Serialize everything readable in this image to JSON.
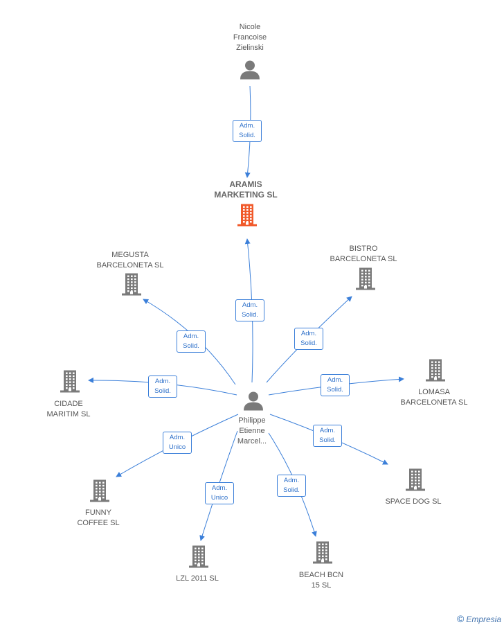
{
  "colors": {
    "edge": "#3b7fd9",
    "person": "#7a7a7a",
    "company": "#7a7a7a",
    "primary_company": "#f15a2b"
  },
  "nodes": [
    {
      "id": "nicole",
      "kind": "person",
      "label": "Nicole\nFrancoise\nZielinski"
    },
    {
      "id": "aramis",
      "kind": "company",
      "primary": true,
      "label": "ARAMIS\nMARKETING SL"
    },
    {
      "id": "philippe",
      "kind": "person",
      "label": "Philippe\nEtienne\nMarcel..."
    },
    {
      "id": "megusta",
      "kind": "company",
      "label": "MEGUSTA\nBARCELONETA SL"
    },
    {
      "id": "bistro",
      "kind": "company",
      "label": "BISTRO\nBARCELONETA SL"
    },
    {
      "id": "cidade",
      "kind": "company",
      "label": "CIDADE\nMARITIM SL"
    },
    {
      "id": "lomasa",
      "kind": "company",
      "label": "LOMASA\nBARCELONETA SL"
    },
    {
      "id": "funny",
      "kind": "company",
      "label": "FUNNY\nCOFFEE SL"
    },
    {
      "id": "spacedog",
      "kind": "company",
      "label": "SPACE DOG SL"
    },
    {
      "id": "lzl",
      "kind": "company",
      "label": "LZL 2011 SL"
    },
    {
      "id": "beach",
      "kind": "company",
      "label": "BEACH BCN\n15 SL"
    }
  ],
  "edges": [
    {
      "from": "nicole",
      "to": "aramis",
      "label": "Adm.\nSolid."
    },
    {
      "from": "philippe",
      "to": "aramis",
      "label": "Adm.\nSolid."
    },
    {
      "from": "philippe",
      "to": "megusta",
      "label": "Adm.\nSolid."
    },
    {
      "from": "philippe",
      "to": "bistro",
      "label": "Adm.\nSolid."
    },
    {
      "from": "philippe",
      "to": "cidade",
      "label": "Adm.\nSolid."
    },
    {
      "from": "philippe",
      "to": "lomasa",
      "label": "Adm.\nSolid."
    },
    {
      "from": "philippe",
      "to": "funny",
      "label": "Adm.\nUnico"
    },
    {
      "from": "philippe",
      "to": "spacedog",
      "label": "Adm.\nSolid."
    },
    {
      "from": "philippe",
      "to": "lzl",
      "label": "Adm.\nUnico"
    },
    {
      "from": "philippe",
      "to": "beach",
      "label": "Adm.\nSolid."
    }
  ],
  "footer": {
    "copyright": "©",
    "brand": "Empresia"
  }
}
